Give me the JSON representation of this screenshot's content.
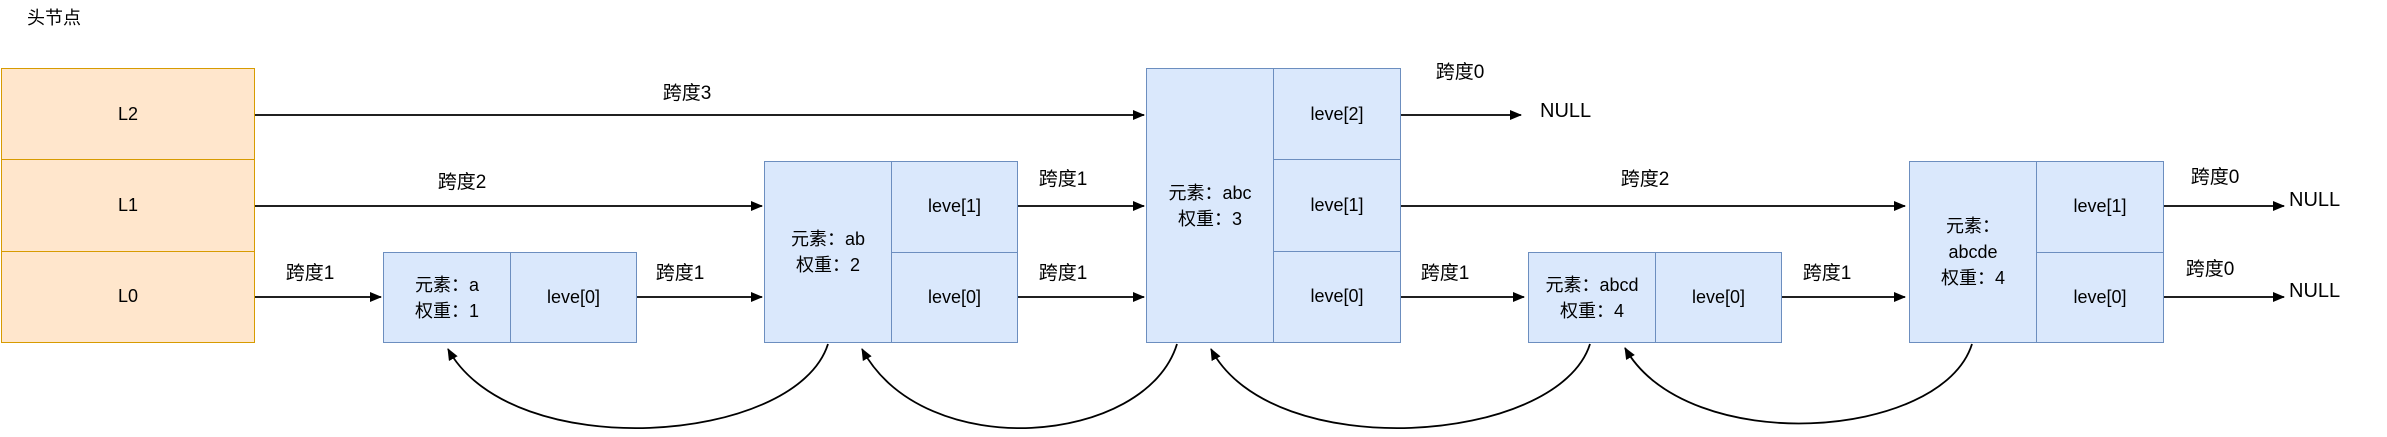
{
  "title": "头节点",
  "colors": {
    "head_fill": "#FFE6CC",
    "head_border": "#D79B00",
    "node_fill": "#DAE8FC",
    "node_border": "#6C8EBF",
    "arrow": "#000000",
    "background": "#ffffff"
  },
  "head": {
    "levels": [
      "L2",
      "L1",
      "L0"
    ]
  },
  "nodes": [
    {
      "id": "a",
      "lines": [
        "元素：a",
        "权重：1"
      ],
      "levels": [
        "leve[0]"
      ]
    },
    {
      "id": "ab",
      "lines": [
        "元素：ab",
        "权重：2"
      ],
      "levels": [
        "leve[1]",
        "leve[0]"
      ]
    },
    {
      "id": "abc",
      "lines": [
        "元素：abc",
        "权重：3"
      ],
      "levels": [
        "leve[2]",
        "leve[1]",
        "leve[0]"
      ]
    },
    {
      "id": "abcd",
      "lines": [
        "元素：abcd",
        "权重：4"
      ],
      "levels": [
        "leve[0]"
      ]
    },
    {
      "id": "abcde",
      "lines": [
        "元素：",
        "abcde",
        "权重：4"
      ],
      "levels": [
        "leve[1]",
        "leve[0]"
      ]
    }
  ],
  "edges": [
    {
      "from": "head.L2",
      "to": "abc.leve[2]",
      "label": "跨度3"
    },
    {
      "from": "head.L1",
      "to": "ab.leve[1]",
      "label": "跨度2"
    },
    {
      "from": "head.L0",
      "to": "a.leve[0]",
      "label": "跨度1"
    },
    {
      "from": "a.leve[0]",
      "to": "ab",
      "label": "跨度1"
    },
    {
      "from": "ab.leve[1]",
      "to": "abc",
      "label": "跨度1"
    },
    {
      "from": "ab.leve[0]",
      "to": "abc",
      "label": "跨度1"
    },
    {
      "from": "abc.leve[2]",
      "to": "NULL",
      "label": "跨度0"
    },
    {
      "from": "abc.leve[1]",
      "to": "abcde",
      "label": "跨度2"
    },
    {
      "from": "abc.leve[0]",
      "to": "abcd",
      "label": "跨度1"
    },
    {
      "from": "abcd.leve[0]",
      "to": "abcde",
      "label": "跨度1"
    },
    {
      "from": "abcde.leve[1]",
      "to": "NULL",
      "label": "跨度0"
    },
    {
      "from": "abcde.leve[0]",
      "to": "NULL",
      "label": "跨度0"
    }
  ],
  "back_edges": [
    {
      "from": "ab",
      "to": "a"
    },
    {
      "from": "abc",
      "to": "ab"
    },
    {
      "from": "abcd",
      "to": "abc"
    },
    {
      "from": "abcde",
      "to": "abcd"
    }
  ],
  "nulls": [
    "NULL",
    "NULL",
    "NULL"
  ]
}
